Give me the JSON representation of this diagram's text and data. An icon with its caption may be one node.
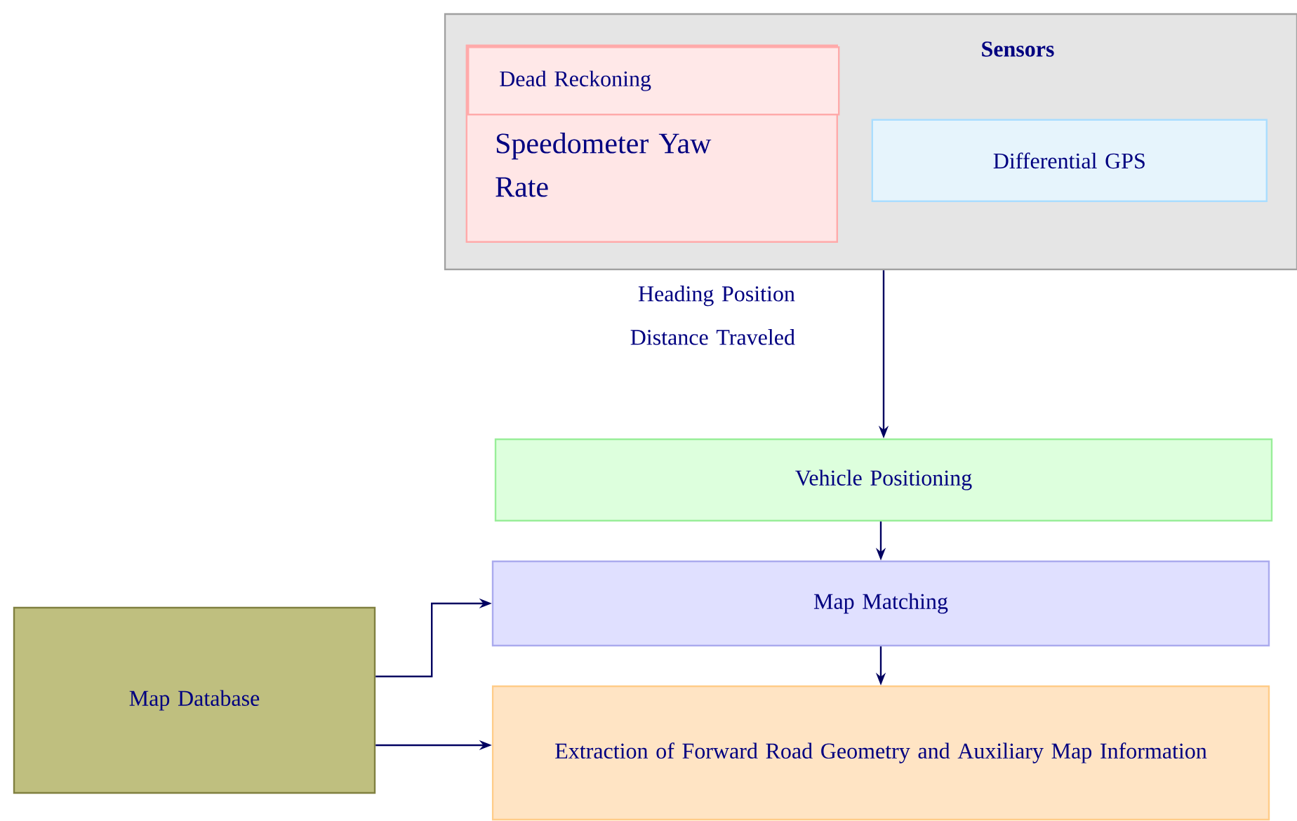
{
  "diagram": {
    "nodes": [
      {
        "text": [
          "Sensors"
        ]
      },
      {
        "text": [
          "Dead Reckoning",
          "Speedometer Yaw Rate"
        ],
        "in": 0
      },
      {
        "text": [
          "Differential GPS"
        ],
        "in": 0
      },
      {
        "text": [
          "Vehicle Positioning"
        ]
      },
      {
        "text": [
          "Map Matching"
        ]
      },
      {
        "text": [
          "Map Database"
        ]
      },
      {
        "text": [
          "Extraction of Forward Road Geometry and Auxiliary Map Information"
        ]
      }
    ],
    "edges": [
      {
        "from": 0,
        "to": 3,
        "arrow": "to",
        "label": "Heading Position Distance Traveled"
      },
      {
        "from": 3,
        "to": 4,
        "arrow": "to"
      },
      {
        "from": 4,
        "to": 6,
        "arrow": "to"
      },
      {
        "from": 5,
        "to": 4,
        "arrow": "to"
      },
      {
        "from": 5,
        "to": 6,
        "arrow": "to"
      }
    ]
  }
}
